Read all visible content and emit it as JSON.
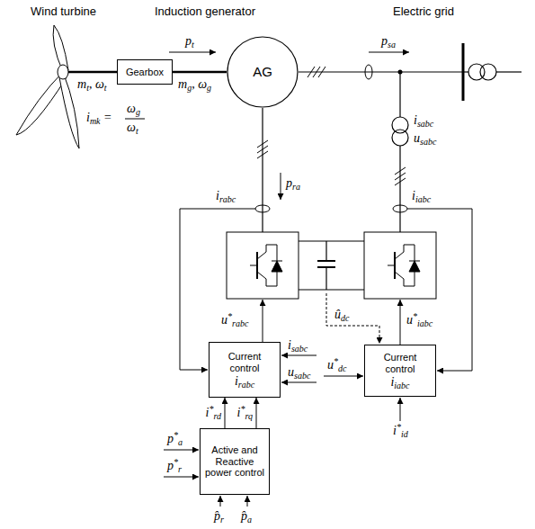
{
  "diagram": {
    "nodes": [
      {
        "text": [
          "Gearbox"
        ]
      },
      {
        "text": [
          "AG"
        ]
      },
      {
        "text": [
          "Current control",
          "irabc"
        ]
      },
      {
        "text": [
          "Current control",
          "iiabc"
        ]
      },
      {
        "text": [
          "Active and Reactive power control"
        ]
      }
    ],
    "edges": [
      {
        "from": 0,
        "to": 1,
        "arrow": "none"
      },
      {
        "from": 4,
        "to": 2,
        "arrow": "to",
        "label": "i*rd"
      },
      {
        "from": 4,
        "to": 2,
        "arrow": "to",
        "label": "i*rq"
      }
    ],
    "labels": [
      "Wind turbine",
      "Induction generator",
      "Electric grid",
      "pt",
      "mt, ωt",
      "mg, ωg",
      "imk =",
      "ωg",
      "ωt",
      "psa",
      "isabc",
      "usabc",
      "pra",
      "irabc",
      "iiabc",
      "u*rabc",
      "ûdc",
      "u*iabc",
      "isabc",
      "usabc",
      "u*dc",
      "i*id",
      "p*a",
      "p*r",
      "p̂r",
      "p̂a"
    ]
  }
}
